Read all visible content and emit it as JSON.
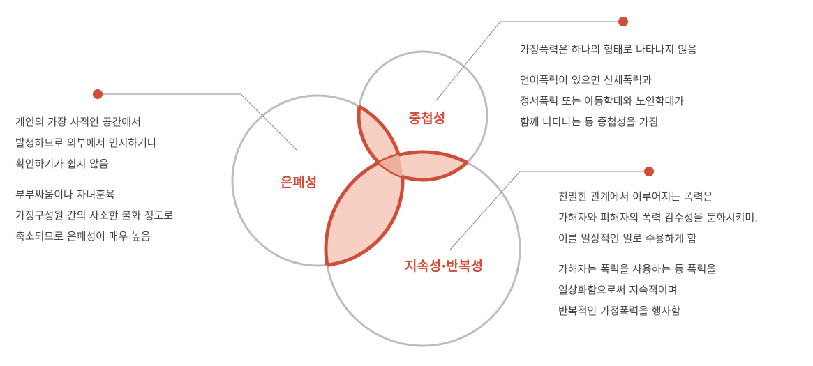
{
  "colors": {
    "accent": "#cf4e3a",
    "circle_stroke": "#bdbdbd",
    "overlap_fill": "#f6d0c3",
    "center_fill": "#ecaf9c",
    "text": "#444444",
    "leader": "#8a8a8a"
  },
  "circles": {
    "concealment": "은폐성",
    "overlap": "중첩성",
    "persistence": "지속성·반복성"
  },
  "left_block": {
    "p1": [
      "개인의 가장 사적인 공간에서",
      "발생하므로 외부에서 인지하거나",
      "확인하기가 쉽지 않음"
    ],
    "p2": [
      "부부싸움이나 자녀훈육",
      "가정구성원 간의 사소한 불화 정도로",
      "축소되므로 은폐성이 매우 높음"
    ]
  },
  "top_block": {
    "p1": [
      "가정폭력은 하나의 형태로 나타나지 않음"
    ],
    "p2": [
      "언어폭력이 있으면 신체폭력과",
      "정서폭력 또는 아동학대와 노인학대가",
      "함께 나타나는 등 중첩성을 가짐"
    ]
  },
  "right_block": {
    "p1": [
      "친밀한 관계에서 이루어지는 폭력은",
      "가해자와 피해자의 폭력 감수성을 둔화시키며,",
      "이를 일상적인 일로 수용하게 함"
    ],
    "p2": [
      "가해자는 폭력을 사용하는 등 폭력을",
      "일상화함으로써 지속적이며",
      "반복적인 가정폭력을 행사함"
    ]
  }
}
